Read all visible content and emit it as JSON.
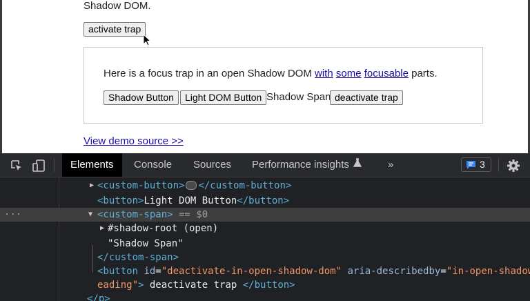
{
  "page": {
    "intro_text": "Shadow DOM.",
    "activate_label": "activate trap",
    "demo": {
      "text_prefix": "Here is a focus trap in an open Shadow DOM ",
      "link_with": "with",
      "link_some": "some",
      "link_focusable": "focusable",
      "text_suffix": " parts.",
      "shadow_button": "Shadow Button",
      "light_dom_button": "Light DOM Button",
      "shadow_span": "Shadow Span",
      "deactivate_label": "deactivate trap"
    },
    "demo_source_link": "View demo source >>"
  },
  "devtools": {
    "tabs": [
      "Elements",
      "Console",
      "Sources",
      "Performance insights",
      "»"
    ],
    "issues_count": "3",
    "tree": {
      "row1": {
        "open": "<custom-button>",
        "close": "</custom-button>"
      },
      "row2": {
        "open": "<button>",
        "text": "Light DOM Button",
        "close": "</button>"
      },
      "row3": {
        "open": "<custom-span>",
        "marker": " == $0",
        "row_menu": "···"
      },
      "row4": {
        "text": "#shadow-root (open)"
      },
      "row5": {
        "text": "\"Shadow Span\""
      },
      "row6": {
        "close": "</custom-span>"
      },
      "row7": {
        "open": "<button ",
        "attr1": "id",
        "eq": "=",
        "val1": "\"deactivate-in-open-shadow-dom\"",
        "attr2": " aria-describedby",
        "val2": "\"in-open-shadow-"
      },
      "row8": {
        "val": "eading\"",
        "close_bracket": ">",
        "text": " deactivate trap ",
        "close": "</button>"
      },
      "row9": {
        "close": "</p>"
      }
    }
  }
}
